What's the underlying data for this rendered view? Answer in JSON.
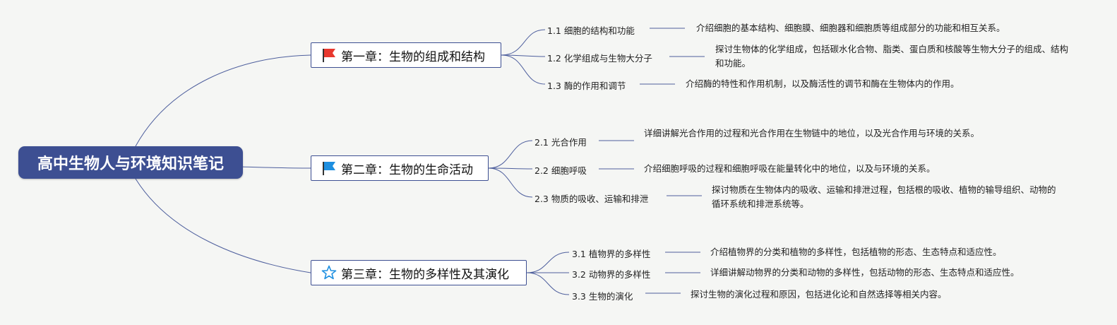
{
  "root": {
    "title": "高中生物人与环境知识笔记"
  },
  "chapters": [
    {
      "label": "第一章：生物的组成和结构",
      "icon": "red-flag-icon",
      "color": "#e8382e",
      "topics": [
        {
          "label": "1.1 细胞的结构和功能",
          "desc": "介绍细胞的基本结构、细胞膜、细胞器和细胞质等组成部分的功能和相互关系。"
        },
        {
          "label": "1.2 化学组成与生物大分子",
          "desc": "探讨生物体的化学组成，包括碳水化合物、脂类、蛋白质和核酸等生物大分子的组成、结构和功能。"
        },
        {
          "label": "1.3 酶的作用和调节",
          "desc": "介绍酶的特性和作用机制，以及酶活性的调节和酶在生物体内的作用。"
        }
      ]
    },
    {
      "label": "第二章：生物的生命活动",
      "icon": "blue-flag-icon",
      "color": "#1e8fe0",
      "topics": [
        {
          "label": "2.1 光合作用",
          "desc": "详细讲解光合作用的过程和光合作用在生物链中的地位，以及光合作用与环境的关系。"
        },
        {
          "label": "2.2 细胞呼吸",
          "desc": "介绍细胞呼吸的过程和细胞呼吸在能量转化中的地位，以及与环境的关系。"
        },
        {
          "label": "2.3 物质的吸收、运输和排泄",
          "desc": "探讨物质在生物体内的吸收、运输和排泄过程，包括根的吸收、植物的输导组织、动物的循环系统和排泄系统等。"
        }
      ]
    },
    {
      "label": "第三章：生物的多样性及其演化",
      "icon": "star-icon",
      "color": "#1e8fe0",
      "topics": [
        {
          "label": "3.1 植物界的多样性",
          "desc": "介绍植物界的分类和植物的多样性，包括植物的形态、生态特点和适应性。"
        },
        {
          "label": "3.2 动物界的多样性",
          "desc": "详细讲解动物界的分类和动物的多样性，包括动物的形态、生态特点和适应性。"
        },
        {
          "label": "3.3 生物的演化",
          "desc": "探讨生物的演化过程和原因，包括进化论和自然选择等相关内容。"
        }
      ]
    }
  ]
}
